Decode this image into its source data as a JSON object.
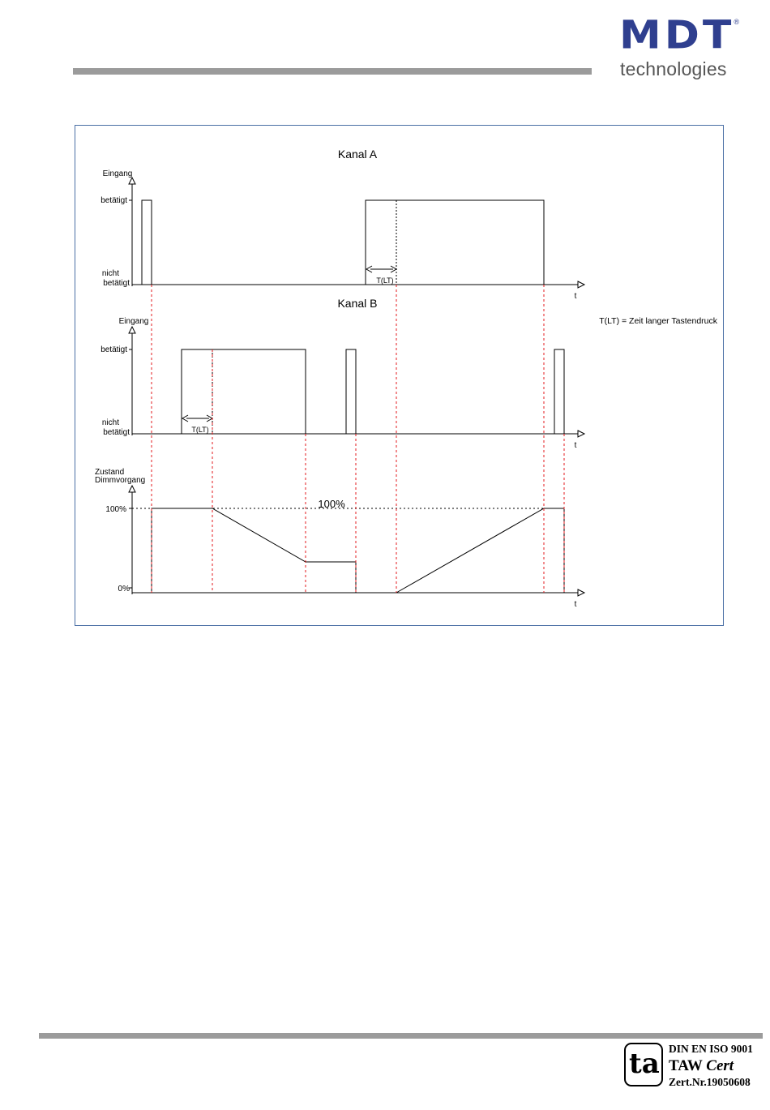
{
  "header": {
    "logo_mark": "MDT",
    "logo_registered": "®",
    "logo_subtitle": "technologies"
  },
  "diagram": {
    "kanal_a_title": "Kanal A",
    "kanal_b_title": "Kanal B",
    "eingang_label": "Eingang",
    "betaetigt_label": "betätigt",
    "nicht_label": "nicht",
    "nicht_betaetigt_label": "betätigt",
    "time_axis_label": "t",
    "tlt_label": "T(LT)",
    "tlt_legend": "T(LT) = Zeit langer Tastendruck",
    "zustand_label": "Zustand",
    "dimmvorgang_label": "Dimmvorgang",
    "level_100_label": "100%",
    "level_0_label": "0%",
    "center_100_label": "100%",
    "colors": {
      "trace": "#000000",
      "marker": "#e31a1c",
      "frame": "#4a6fa5"
    }
  },
  "footer": {
    "cert_glyph": "ta",
    "cert_line1": "DIN EN ISO 9001",
    "cert_line2a": "TAW",
    "cert_line2b": "Cert",
    "cert_line3": "Zert.Nr.19050608"
  }
}
